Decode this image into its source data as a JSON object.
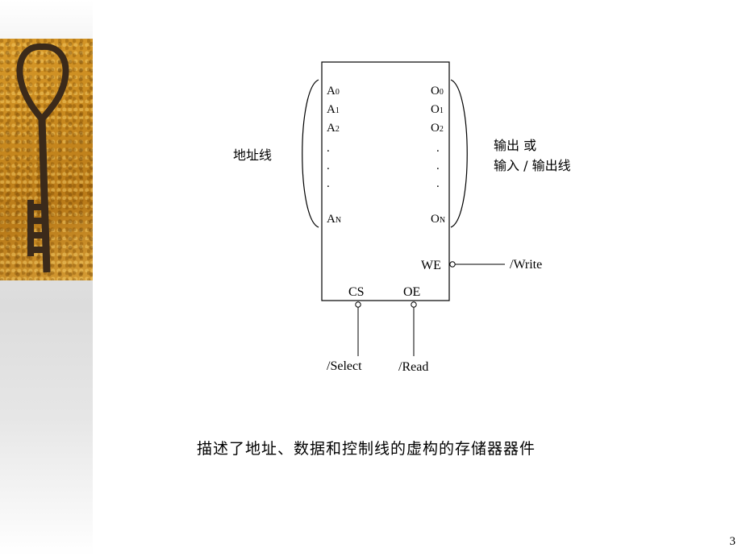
{
  "diagram": {
    "address_pins": [
      {
        "base": "A",
        "sub": "0"
      },
      {
        "base": "A",
        "sub": "1"
      },
      {
        "base": "A",
        "sub": "2"
      },
      {
        "base": "A",
        "sub": "N"
      }
    ],
    "output_pins": [
      {
        "base": "O",
        "sub": "0"
      },
      {
        "base": "O",
        "sub": "1"
      },
      {
        "base": "O",
        "sub": "2"
      },
      {
        "base": "O",
        "sub": "N"
      }
    ],
    "ellipsis_dot": ".",
    "address_bus_label": "地址线",
    "output_label_line1": "输出 或",
    "output_label_line2": "输入 / 输出线",
    "we_label": "WE",
    "write_label": "/Write",
    "cs_label": "CS",
    "oe_label": "OE",
    "select_label": "/Select",
    "read_label": "/Read"
  },
  "caption": "描述了地址、数据和控制线的虚构的存储器器件",
  "page_number": "3"
}
